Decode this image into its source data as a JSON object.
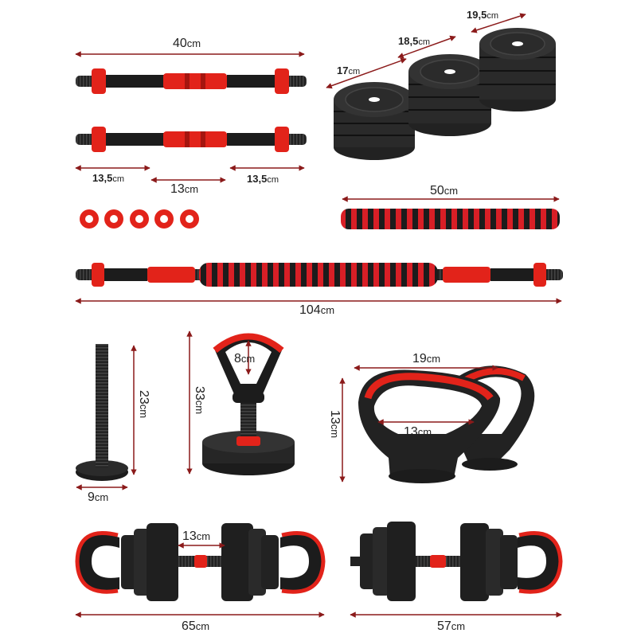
{
  "colors": {
    "accent": "#e2231a",
    "rubber": "#1b1b1b",
    "dimension_line": "#8b1a1a"
  },
  "dimensions": {
    "bar_length": "40",
    "bar_end_left": "13,5",
    "bar_middle": "13",
    "bar_end_right": "13,5",
    "plate_small": "17",
    "plate_medium": "18,5",
    "plate_large": "19,5",
    "foam_tube": "50",
    "barbell_total": "104",
    "stand_height": "23",
    "stand_base": "9",
    "kettlebell_height": "33",
    "kettlebell_grip": "8",
    "handle_width": "19",
    "handle_inner": "13",
    "handle_height": "13",
    "dumbbell_gap": "13",
    "dumbbell_handles_length": "65",
    "dumbbell_single_handle_length": "57"
  },
  "unit": "cm",
  "icons": [
    "dumbbell-bar-icon",
    "collar-nut-icon",
    "weight-plate-icon",
    "foam-grip-icon",
    "kettlebell-handle-icon"
  ]
}
